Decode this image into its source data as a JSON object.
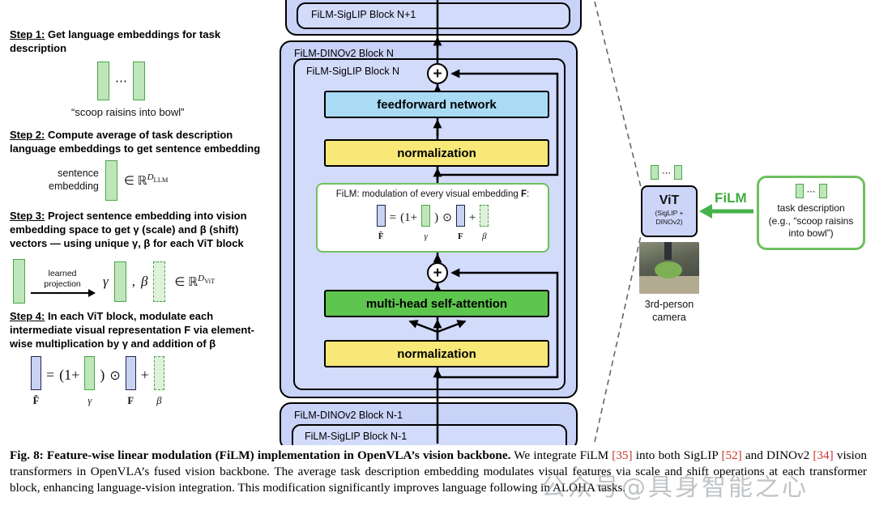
{
  "left": {
    "step1": {
      "label": "Step 1:",
      "rest": " Get language embeddings for task description",
      "dots": "⋯",
      "quote": "“scoop raisins into bowl”"
    },
    "step2": {
      "label": "Step 2:",
      "rest": " Compute average of task description language embeddings to get sentence embedding",
      "embed1": "sentence",
      "embed2": "embedding",
      "inr": "∈ ℝ",
      "dim": "D",
      "dimsub": "LLM"
    },
    "step3": {
      "label": "Step 3:",
      "rest": " Project sentence embedding into vision embedding space to get γ (scale) and β (shift) vectors — using unique γ, β for each ViT block",
      "arrow1": "learned",
      "arrow2": "projection",
      "gamma": "γ",
      "comma": ",",
      "beta": "β",
      "inr": "∈ ℝ",
      "dim": "D",
      "dimsub": "ViT"
    },
    "step4": {
      "label": "Step 4:",
      "rest": " In each ViT block, modulate each intermediate visual representation F via element-wise multiplication by γ and addition of β",
      "fhat": "F̂",
      "eq": "=",
      "open": "(1+",
      "close": ")",
      "gamma": "γ",
      "odot": "⊙",
      "f": "F",
      "plus": "+",
      "beta": "β"
    }
  },
  "diagram": {
    "top_block": "FiLM-SigLIP Block N+1",
    "outer_block": "FiLM-DINOv2 Block N",
    "inner_block": "FiLM-SigLIP Block N",
    "plus": "+",
    "feedforward": "feedforward network",
    "norm_top": "normalization",
    "film_title_prefix": "FiLM: modulation of every visual embedding ",
    "film_title_f": "F",
    "film_title_colon": ":",
    "fhat": "F̂",
    "eq": "=",
    "open": "(1+",
    "close": ")",
    "gamma": "γ",
    "odot": "⊙",
    "f": "F",
    "plusop": "+",
    "beta": "β",
    "mhsa": "multi-head self-attention",
    "norm_bottom": "normalization",
    "bottom_outer_block": "FiLM-DINOv2 Block N-1",
    "bottom_inner_block": "FiLM-SigLIP Block N-1"
  },
  "right": {
    "dots": "⋯",
    "vit": "ViT",
    "vit_sub1": "(SigLIP +",
    "vit_sub2": "DINOv2)",
    "camera1": "3rd-person",
    "camera2": "camera",
    "film": "FiLM",
    "task1": "task description",
    "task2": "(e.g., “scoop raisins",
    "task3": "into bowl”)"
  },
  "caption": {
    "bold": "Fig. 8: Feature-wise linear modulation (FiLM) implementation in OpenVLA’s vision backbone.",
    "s1": " We integrate FiLM ",
    "c1": "[35]",
    "s2": " into both SigLIP ",
    "c2": "[52]",
    "s3": " and DINOv2 ",
    "c3": "[34]",
    "s4": " vision transformers in OpenVLA’s fused vision backbone. The average task description embedding modulates visual features via scale and shift operations at each transformer block, enhancing language-vision integration. This modification significantly improves language following in ALOHA tasks."
  },
  "watermark": "公众号@具身智能之心",
  "colors": {
    "block_lavender": "#c9d2f7",
    "block_lavender_light": "#d3dbfb",
    "feedforward_blue": "#a9dbf5",
    "normalization_yellow": "#f7e878",
    "attention_green": "#5ec64e",
    "embedding_green": "#bfe6ba",
    "embedding_blue": "#c9d2f3",
    "film_green": "#46b24a",
    "citation_red": "#c9342a"
  }
}
